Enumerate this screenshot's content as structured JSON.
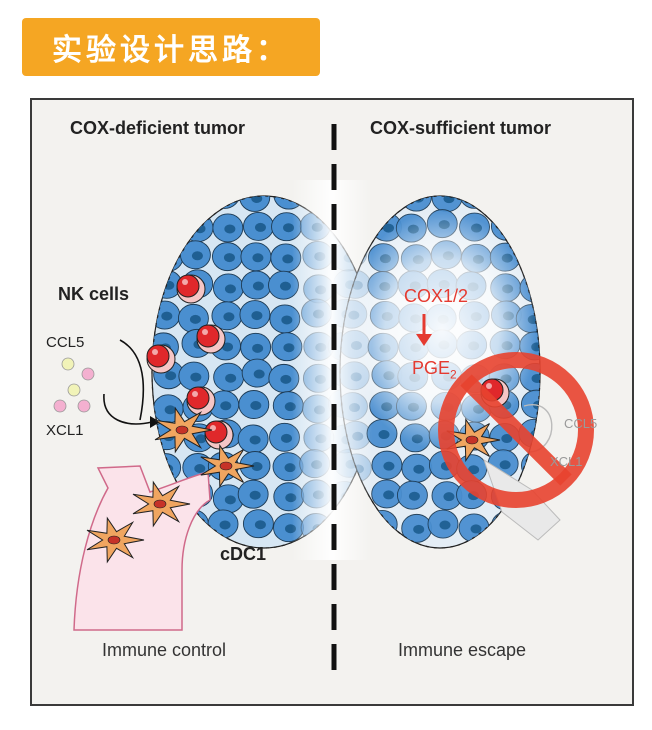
{
  "header": {
    "title": "实验设计思路："
  },
  "figure": {
    "left_title": "COX-deficient tumor",
    "right_title": "COX-sufficient tumor",
    "nk_cells_label": "NK cells",
    "ccl5_label": "CCL5",
    "xcl1_label": "XCL1",
    "cdc1_label": "cDC1",
    "cox_label": "COX1/2",
    "pge_label": "PGE",
    "pge_subscript": "2",
    "left_footer": "Immune control",
    "right_footer": "Immune escape",
    "faded_ccl5": "CCL5",
    "faded_xcl1": "XCL1"
  },
  "colors": {
    "banner": "#f5a623",
    "tumor_cell": "#4a8fd0",
    "tumor_nucleus": "#1f5f92",
    "nk_cell": "#e0282b",
    "dendritic_cell": "#f0a560",
    "prohibition_sign": "#e8432f",
    "red_text": "#e53a30"
  },
  "icons": [
    "nk-cell-icon",
    "dendritic-cell-icon",
    "tumor-cell-icon",
    "chemokine-dot-icon",
    "prohibition-sign-icon",
    "down-arrow-icon"
  ]
}
